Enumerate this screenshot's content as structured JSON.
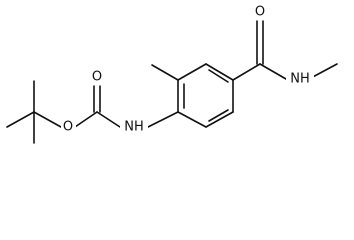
{
  "diagram": {
    "type": "chemical-structure",
    "atoms": {
      "carbamate_o_ester": "O",
      "carbamate_o_carbonyl": "O",
      "carbamate_nh": "NH",
      "amide_o": "O",
      "amide_nh": "NH"
    }
  },
  "colors": {
    "bond": "#111111",
    "background": "#ffffff"
  }
}
